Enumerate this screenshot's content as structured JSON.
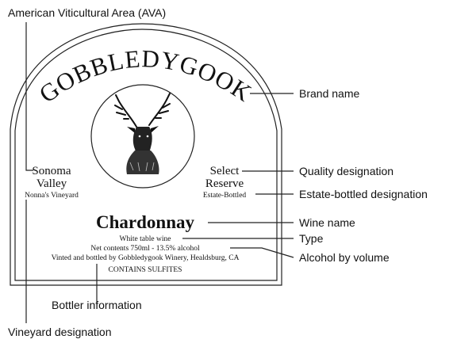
{
  "label": {
    "brand": "GOBBLEDYGOOK",
    "region_line1": "Sonoma",
    "region_line2": "Valley",
    "vineyard": "Nonna's Vineyard",
    "quality_line1": "Select",
    "quality_line2": "Reserve",
    "estate": "Estate-Bottled",
    "wine_name": "Chardonnay",
    "type": "White table wine",
    "alcohol": "Net contents 750ml - 13.5% alcohol",
    "bottler": "Vinted and bottled by Gobbledygook Winery, Healdsburg, CA",
    "sulfites": "CONTAINS SULFITES",
    "emblem_icon": "stag-head-icon"
  },
  "callouts": {
    "ava": "American Viticultural Area (AVA)",
    "brand": "Brand name",
    "quality": "Quality designation",
    "estate": "Estate-bottled designation",
    "wine_name": "Wine name",
    "type": "Type",
    "alcohol": "Alcohol by volume",
    "bottler": "Bottler information",
    "vineyard": "Vineyard designation"
  }
}
